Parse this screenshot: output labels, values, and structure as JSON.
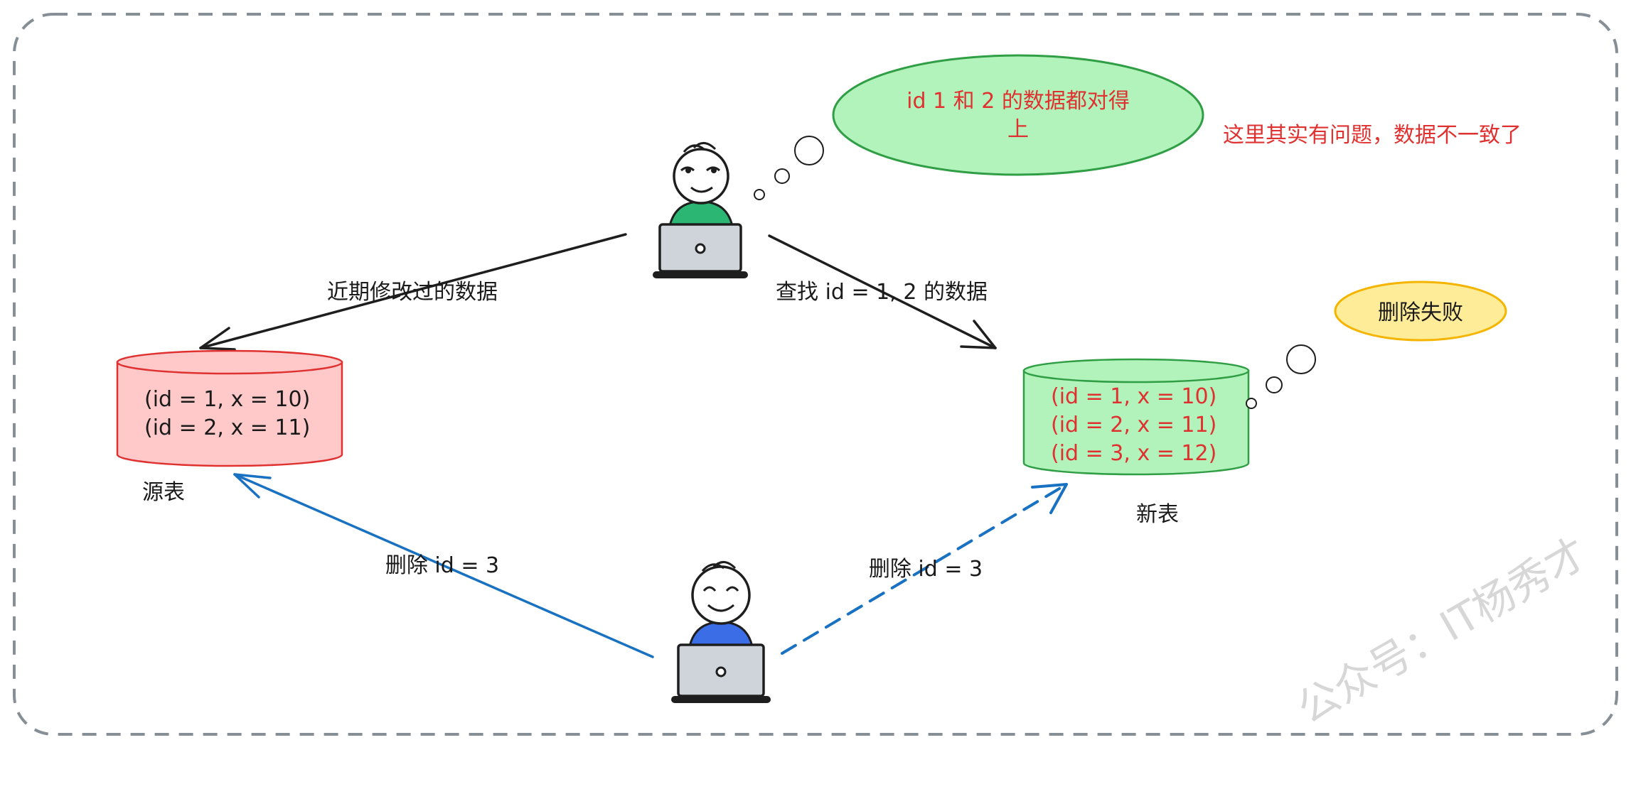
{
  "labels": {
    "recent_modified": "近期修改过的数据",
    "query_ids": "查找 id = 1, 2 的数据",
    "delete_left": "删除 id = 3",
    "delete_right": "删除 id = 3",
    "source_table": "源表",
    "new_table": "新表",
    "inconsistency_note": "这里其实有问题，数据不一致了"
  },
  "bubbles": {
    "thought_top_line1": "id 1 和 2 的数据都对得",
    "thought_top_line2": "上",
    "delete_failed": "删除失败"
  },
  "source_rows": [
    "(id = 1, x = 10)",
    "(id = 2, x = 11)"
  ],
  "new_rows": [
    "(id = 1, x = 10)",
    "(id = 2, x = 11)",
    "(id = 3, x = 12)"
  ],
  "watermark": "公众号：IT杨秀才",
  "colors": {
    "frame": "#868e96",
    "source_fill": "#ffc9c9",
    "source_stroke": "#e03131",
    "new_fill": "#b2f2bb",
    "new_stroke": "#2f9e44",
    "blue_arrow": "#1971c2",
    "black_arrow": "#1e1e1e",
    "red_text": "#e03131",
    "warning_fill": "#ffec99",
    "warning_stroke": "#f5b400",
    "shirt_green": "#2bb673",
    "shirt_blue": "#3b6ee6",
    "laptop": "#ced4da"
  },
  "icons": {
    "person_top": "developer-at-laptop-icon",
    "person_bottom": "developer-at-laptop-icon",
    "database": "cylinder-database-icon"
  }
}
